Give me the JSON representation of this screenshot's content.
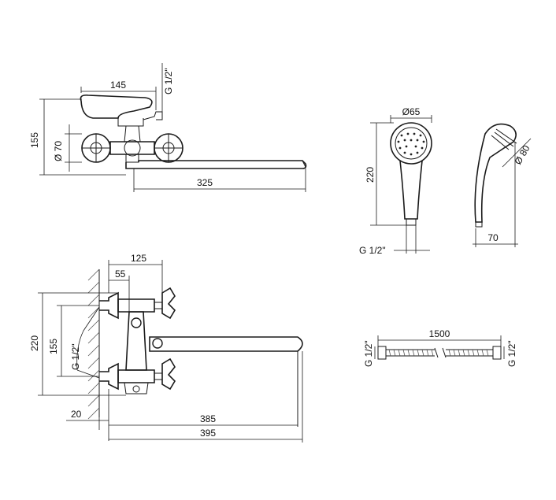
{
  "views": {
    "top_faucet": {
      "handle_length": "145",
      "inlet_thread": "G 1/2\"",
      "height": "155",
      "handle_diameter": "Ø 70",
      "spout_length": "325"
    },
    "hand_shower_front": {
      "head_diameter": "Ø65",
      "length": "220",
      "thread": "G 1/2\""
    },
    "hand_shower_side": {
      "head_diameter": "Ø 80",
      "depth": "70"
    },
    "bottom_faucet": {
      "width_125": "125",
      "offset_55": "55",
      "height_220": "220",
      "spacing_155": "155",
      "thread": "G 1/2\"",
      "wall_gap": "20",
      "length_385": "385",
      "length_395": "395"
    },
    "hose": {
      "length": "1500",
      "thread_left": "G 1/2\"",
      "thread_right": "G 1/2\""
    }
  }
}
